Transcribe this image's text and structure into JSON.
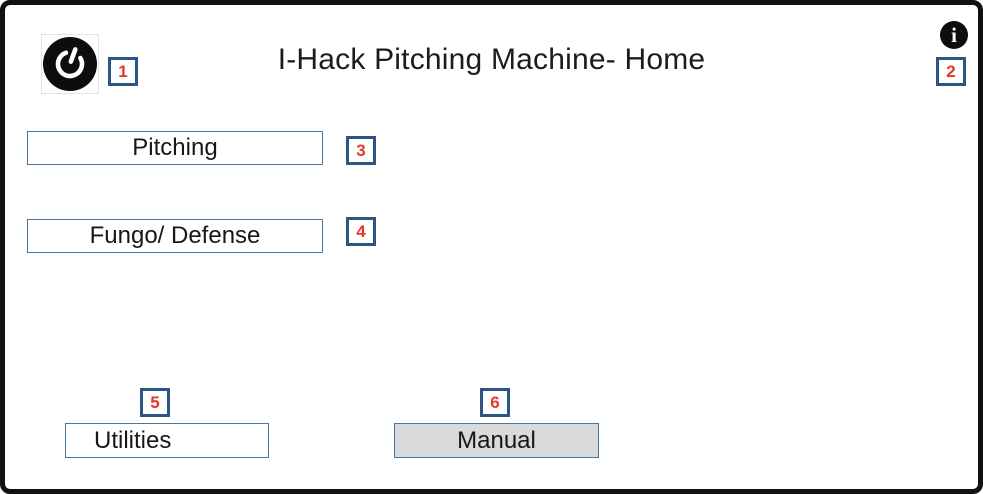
{
  "window": {
    "title": "I-Hack Pitching Machine- Home"
  },
  "header": {
    "power_icon": "power-icon",
    "info_icon": "info-icon",
    "info_glyph": "i"
  },
  "buttons": {
    "pitching": "Pitching",
    "fungo_defense": "Fungo/ Defense",
    "utilities": "Utilities",
    "manual": "Manual"
  },
  "annotations": [
    {
      "label": "1",
      "target": "power-button"
    },
    {
      "label": "2",
      "target": "info-button"
    },
    {
      "label": "3",
      "target": "pitching-button"
    },
    {
      "label": "4",
      "target": "fungo-defense-button"
    },
    {
      "label": "5",
      "target": "utilities-button"
    },
    {
      "label": "6",
      "target": "manual-button"
    }
  ],
  "colors": {
    "frame_border": "#111111",
    "button_border": "#4a76a4",
    "manual_button_fill": "#d9d9d9",
    "annotation_border": "#2b5587",
    "annotation_number": "#e2372a",
    "icon_fill": "#0d0d0d"
  }
}
